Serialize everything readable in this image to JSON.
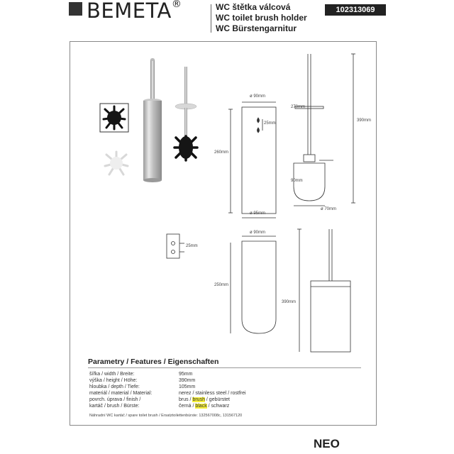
{
  "header": {
    "brand": "BEMETA",
    "registered": "®",
    "titles": [
      "WC štětka válcová",
      "WC toilet brush holder",
      "WC Bürstengarnitur"
    ],
    "product_code": "102313069"
  },
  "dimensions": {
    "top_width": "ø 90mm",
    "hole_spacing": "25mm",
    "body_height": "260mm",
    "bottom_width": "ø 95mm",
    "brush_height": "270mm",
    "total_height": "390mm",
    "brush_bottom": "90mm",
    "brush_diameter": "ø 70mm",
    "top_width_2": "ø 90mm",
    "hole_spacing_2": "25mm",
    "body_height_2": "250mm",
    "total_height_2": "390mm"
  },
  "params": {
    "title": "Parametry / Features / Eigenschaften",
    "rows": [
      {
        "label": "šířka / width / Breite:",
        "value": "95mm"
      },
      {
        "label": "výška / height / Höhe:",
        "value": "390mm"
      },
      {
        "label": "hloubka / depth / Tiefe:",
        "value": "105mm"
      },
      {
        "label": "materiál / material / Material:",
        "value": "nerez / stainless steel  / rostfrei"
      },
      {
        "label": "povrch. úprava / finish /",
        "value_pre": "brus / ",
        "value_hl": "brush",
        "value_post": " / gebürstet"
      },
      {
        "label": "kartáč / brush / Bürste:",
        "value_pre": "černá / ",
        "value_hl": "black",
        "value_post": " / schwarz"
      }
    ],
    "footnote": "Náhradní WC kartáč / spare toilet brush / Ersatztoilettenbürste: 132567008c, 131567120"
  },
  "series_name": "NEO",
  "colors": {
    "highlight": "#f5ef3a",
    "steel": "#c9c9c9",
    "dark": "#222222"
  }
}
